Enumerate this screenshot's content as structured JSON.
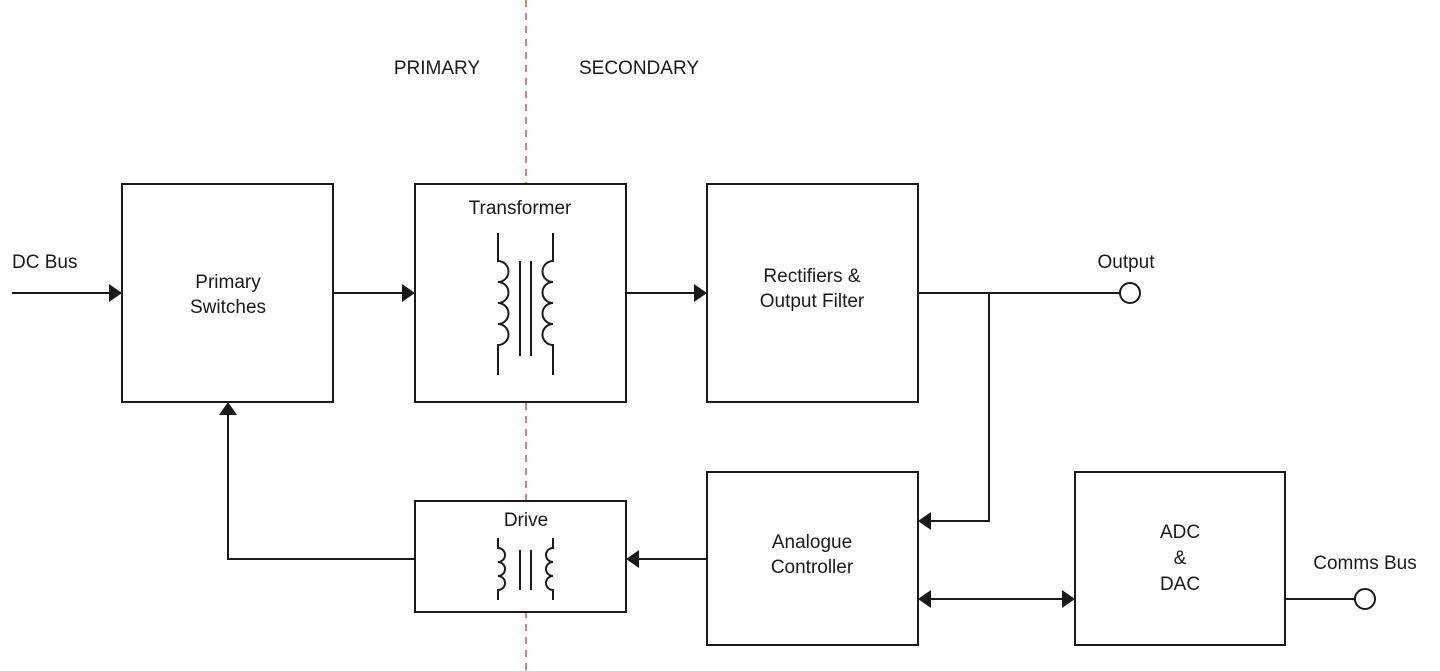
{
  "regions": {
    "primary": "PRIMARY",
    "secondary": "SECONDARY",
    "divider_color": "#d9534f"
  },
  "blocks": {
    "primary_switches": [
      "Primary",
      "Switches"
    ],
    "transformer": "Transformer",
    "rectifiers": [
      "Rectifiers &",
      "Output Filter"
    ],
    "drive": "Drive",
    "analogue_controller": [
      "Analogue",
      "Controller"
    ],
    "adc_dac": [
      "ADC",
      "&",
      "DAC"
    ]
  },
  "terminals": {
    "dc_bus": "DC Bus",
    "output": "Output",
    "comms_bus": "Comms Bus"
  }
}
